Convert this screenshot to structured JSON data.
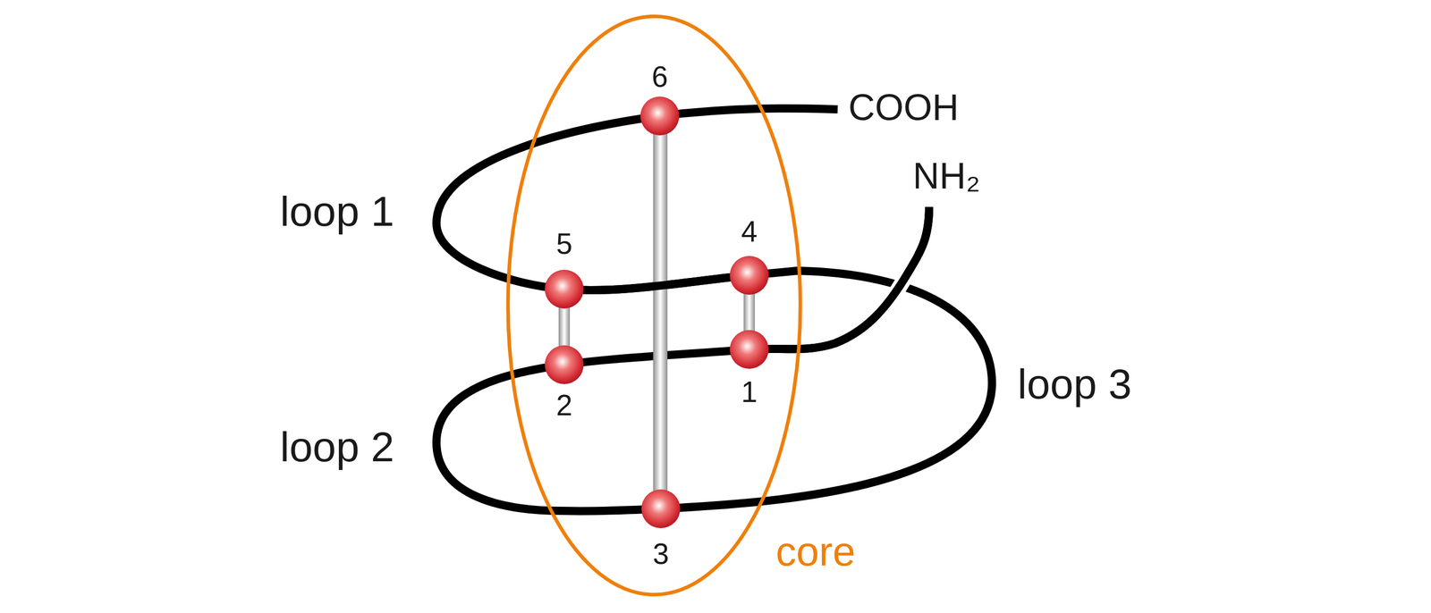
{
  "diagram": {
    "labels": [
      "6",
      "5",
      "4",
      "2",
      "1",
      "3",
      "loop 1",
      "loop 2",
      "loop 3",
      "COOH",
      "NH₂",
      "core"
    ]
  }
}
